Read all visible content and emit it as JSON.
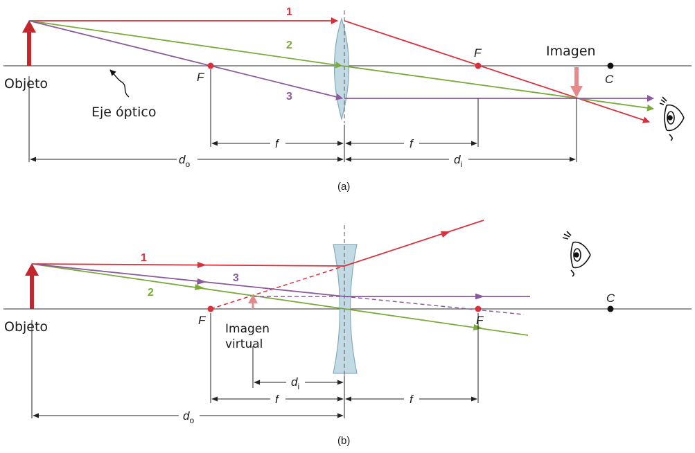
{
  "panel_a": {
    "object_label": "Objeto",
    "axis_label": "Eje óptico",
    "image_label": "Imagen",
    "focal_left": "F",
    "focal_right": "F",
    "center": "C",
    "ray1": "1",
    "ray2": "2",
    "ray3": "3",
    "f_left": "f",
    "f_right": "f",
    "do_main": "d",
    "do_sub": "o",
    "di_main": "d",
    "di_sub": "i",
    "caption": "(a)"
  },
  "panel_b": {
    "object_label": "Objeto",
    "image_label_1": "Imagen",
    "image_label_2": "virtual",
    "focal_left": "F",
    "focal_right": "F",
    "center": "C",
    "ray1": "1",
    "ray2": "2",
    "ray3": "3",
    "f_left": "f",
    "f_right": "f",
    "do_main": "d",
    "do_sub": "o",
    "di_main": "d",
    "di_sub": "i",
    "caption": "(b)"
  },
  "colors": {
    "ray1": "#d9303a",
    "ray2": "#7aab3a",
    "ray3": "#8a5a9c",
    "object": "#c3262d",
    "image": "#e58a8a",
    "lens_fill": "#bcd6e0",
    "lens_stroke": "#7aa1b3",
    "axis": "#555555",
    "dim": "#222222"
  }
}
